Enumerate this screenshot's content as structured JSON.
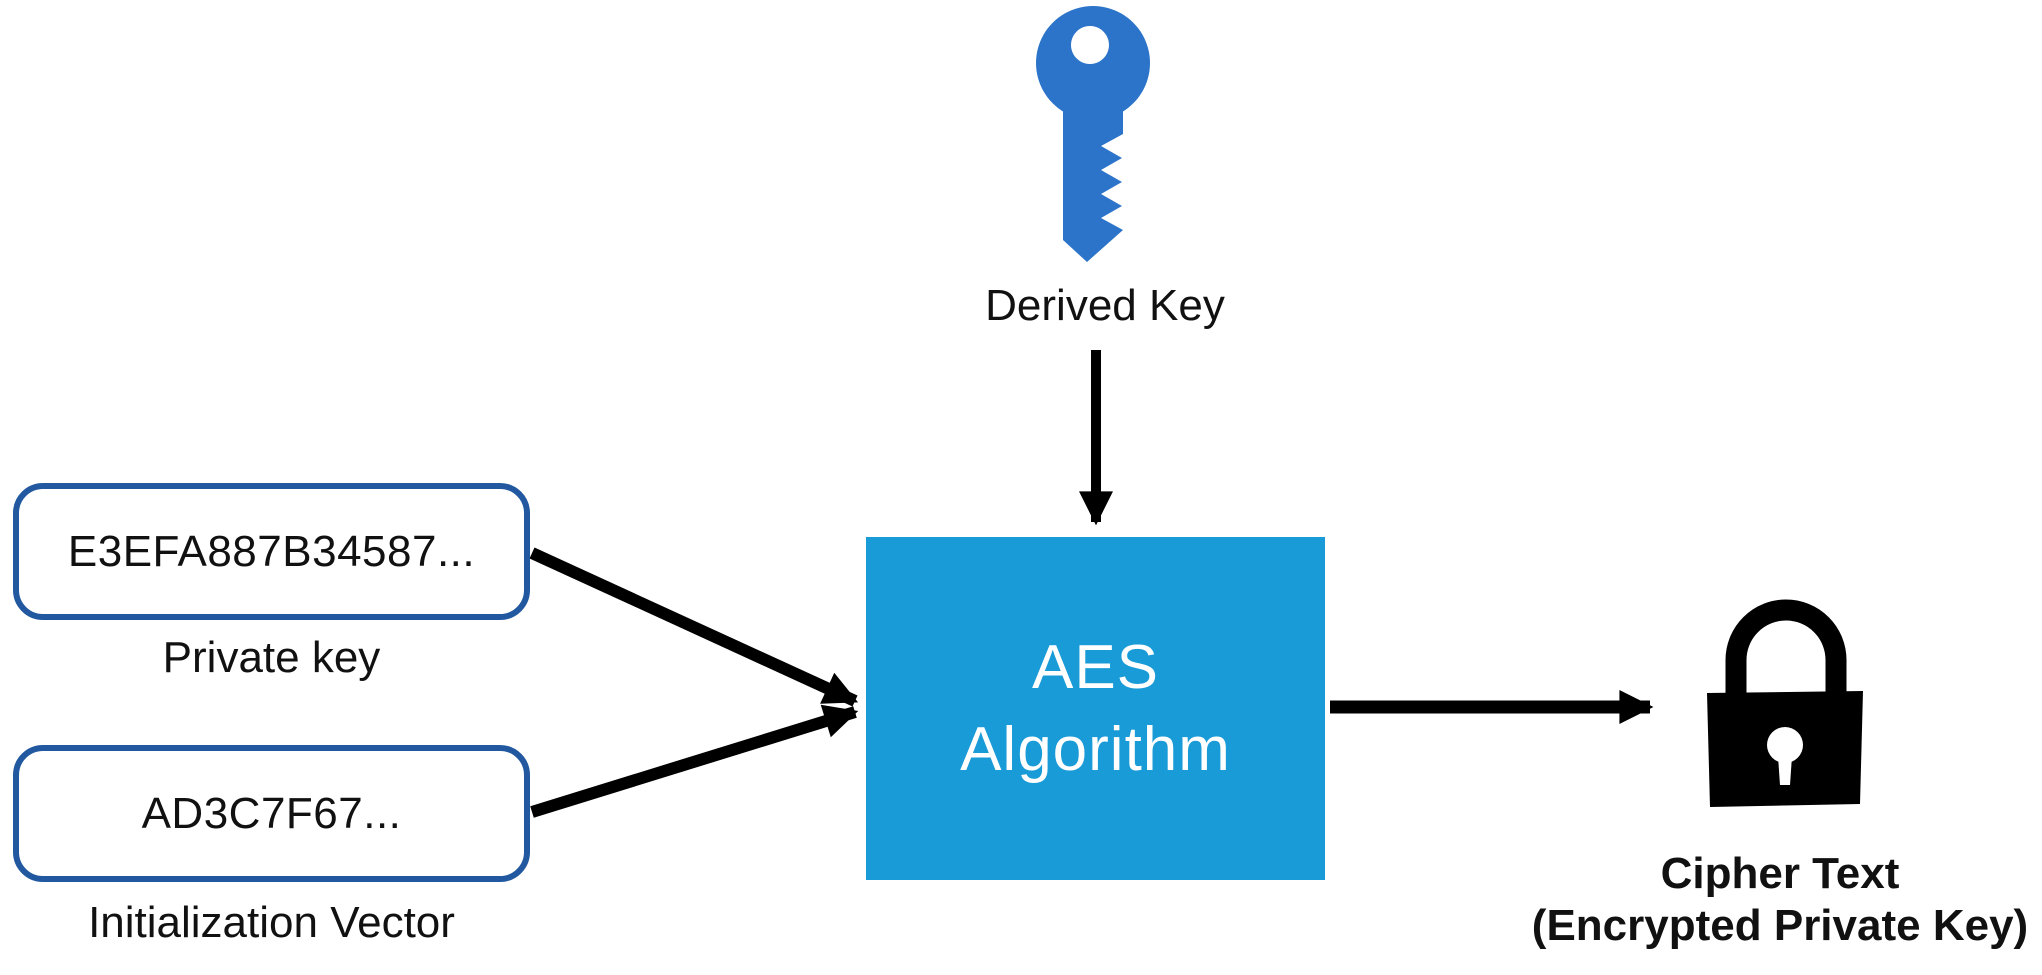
{
  "nodes": {
    "derived_key": {
      "label": "Derived Key"
    },
    "private_key": {
      "value": "E3EFA887B34587...",
      "label": "Private key"
    },
    "initialization_vector": {
      "value": "AD3C7F67...",
      "label": "Initialization Vector"
    },
    "aes": {
      "line1": "AES",
      "line2": "Algorithm"
    },
    "cipher": {
      "line1": "Cipher Text",
      "line2": "(Encrypted Private Key)"
    }
  },
  "icons": {
    "key": "key-icon",
    "lock": "lock-icon"
  },
  "colors": {
    "key_icon": "#2B74C9",
    "aes_box_fill": "#199BD8",
    "aes_text": "#FFFFFF",
    "io_box_border": "#2158A0",
    "arrow": "#000000",
    "lock_icon": "#000000",
    "label_text": "#111111",
    "background": "#FFFFFF"
  }
}
